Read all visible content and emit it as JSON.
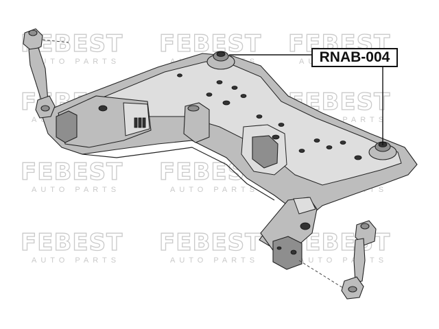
{
  "watermark": {
    "brand": "FEBEST",
    "tagline": "AUTO PARTS"
  },
  "callout": {
    "part_number": "RNAB-004"
  }
}
